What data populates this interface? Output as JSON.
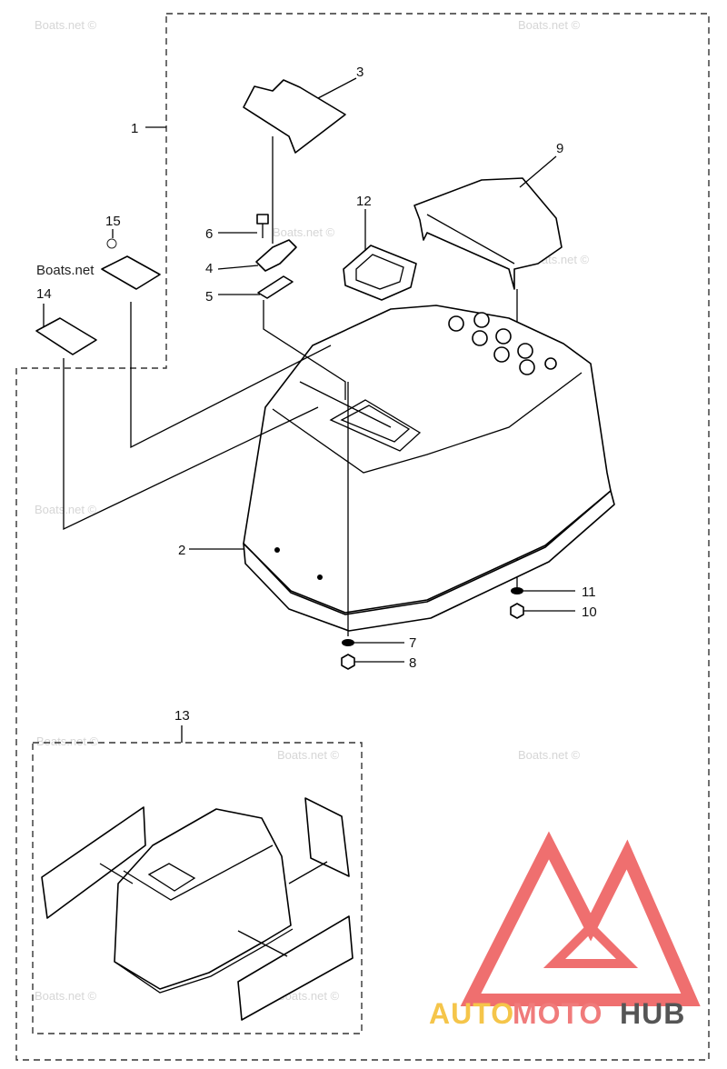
{
  "callouts": {
    "c1": "1",
    "c2": "2",
    "c3": "3",
    "c4": "4",
    "c5": "5",
    "c6": "6",
    "c7": "7",
    "c8": "8",
    "c9": "9",
    "c10": "10",
    "c11": "11",
    "c12": "12",
    "c13": "13",
    "c14": "14",
    "c15": "15"
  },
  "watermark": {
    "text": "Boats.net ©",
    "dark_text": "Boats.net"
  },
  "logo": {
    "auto": "AUTO",
    "moto": "MOTO",
    "hub": "HUB",
    "colors": {
      "auto": "#f5c54a",
      "moto": "#f07b7b",
      "hub": "#555555",
      "mark": "#ef6f6f"
    }
  }
}
